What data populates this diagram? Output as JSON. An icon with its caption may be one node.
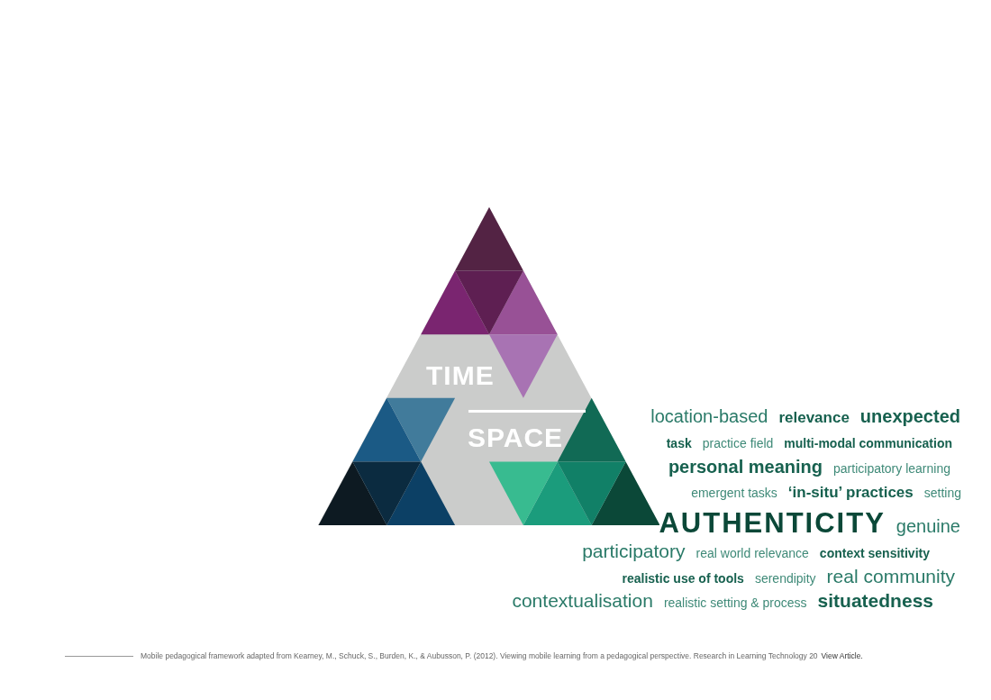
{
  "diagram": {
    "caption": "Mobile pedagogical framework adapted from Kearney, M., Schuck, S., Burden, K., & Aubusson, P. (2012). Viewing mobile learning from a pedagogical perspective. Research in Learning Technology 20",
    "nodes": [
      {
        "text": [
          "TIME",
          "SPACE"
        ]
      }
    ],
    "labels": [
      "location-based",
      "relevance",
      "unexpected",
      "task",
      "practice field",
      "multi-modal communication",
      "personal meaning",
      "participatory learning",
      "emergent tasks",
      "‘in-situ’ practices",
      "setting",
      "AUTHENTICITY",
      "genuine",
      "participatory",
      "real world relevance",
      "context sensitivity",
      "realistic use of tools",
      "serendipity",
      "real community",
      "contextualisation",
      "realistic setting & process",
      "situatedness",
      "View Article."
    ]
  }
}
